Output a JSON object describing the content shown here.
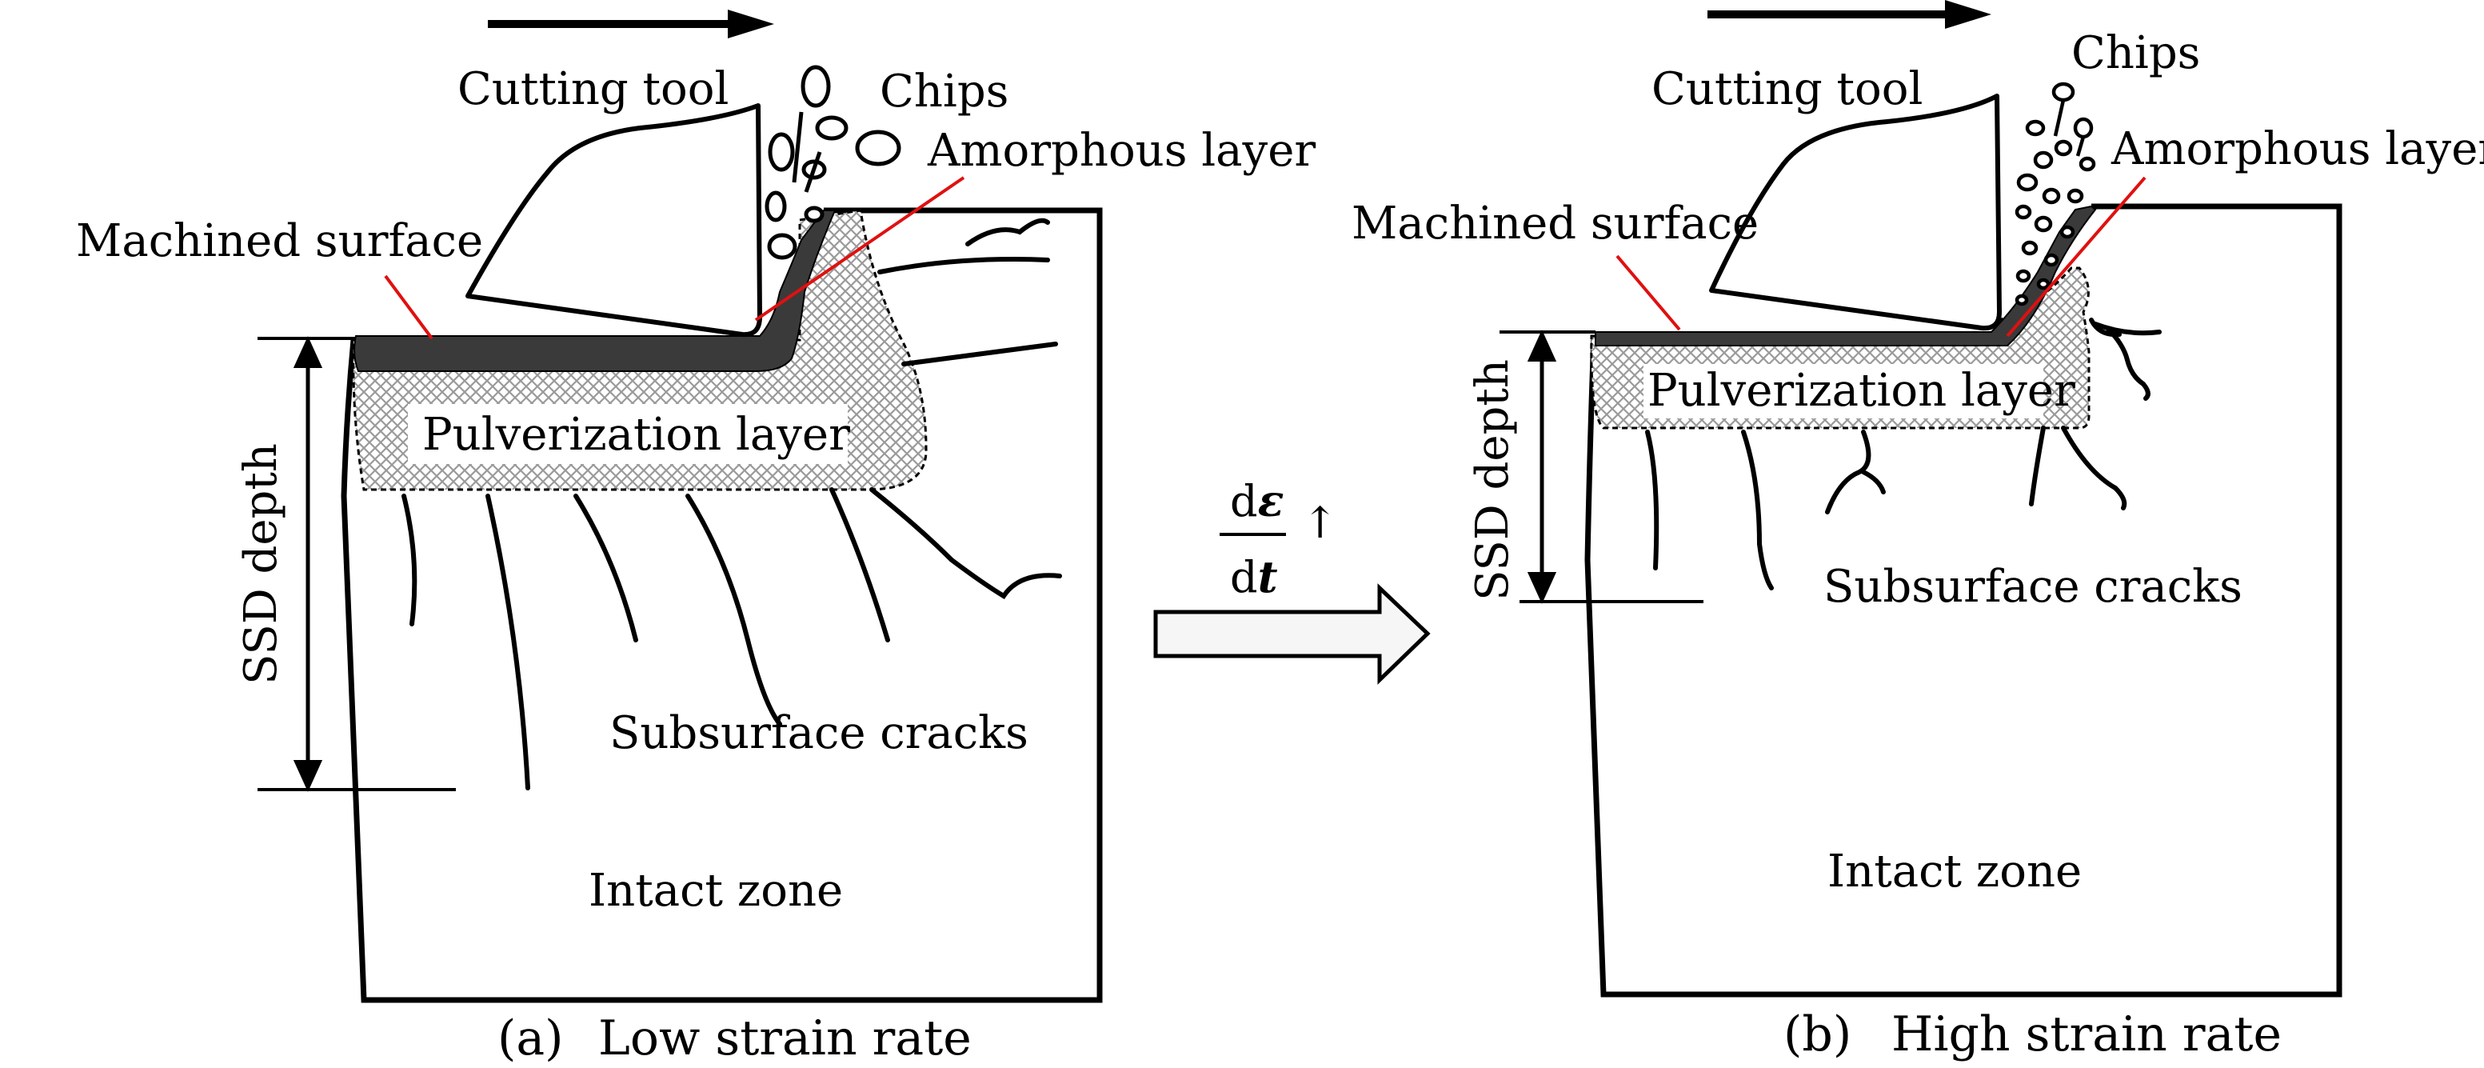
{
  "panels": [
    {
      "cutting_tool": "Cutting tool",
      "chips": "Chips",
      "amorphous_layer": "Amorphous layer",
      "machined_surface": "Machined surface",
      "pulverization_layer": "Pulverization layer",
      "ssd_depth": "SSD depth",
      "subsurface_cracks": "Subsurface cracks",
      "intact_zone": "Intact zone",
      "caption_letter": "(a)",
      "caption_text": "Low strain rate"
    },
    {
      "cutting_tool": "Cutting tool",
      "chips": "Chips",
      "amorphous_layer": "Amorphous layer",
      "machined_surface": "Machined surface",
      "pulverization_layer": "Pulverization layer",
      "ssd_depth": "SSD depth",
      "subsurface_cracks": "Subsurface cracks",
      "intact_zone": "Intact zone",
      "caption_letter": "(b)",
      "caption_text": "High strain rate"
    }
  ],
  "transition": {
    "numerator_d": "d",
    "numerator_var": "ε",
    "denominator_d": "d",
    "denominator_var": "t",
    "up_arrow": "↑"
  },
  "colors": {
    "amorphous": "#3a3a3a",
    "leader_line": "#e01010",
    "pulverization_hatch": "#9a9a9a",
    "transition_arrow_fill": "#f6f6f6"
  }
}
